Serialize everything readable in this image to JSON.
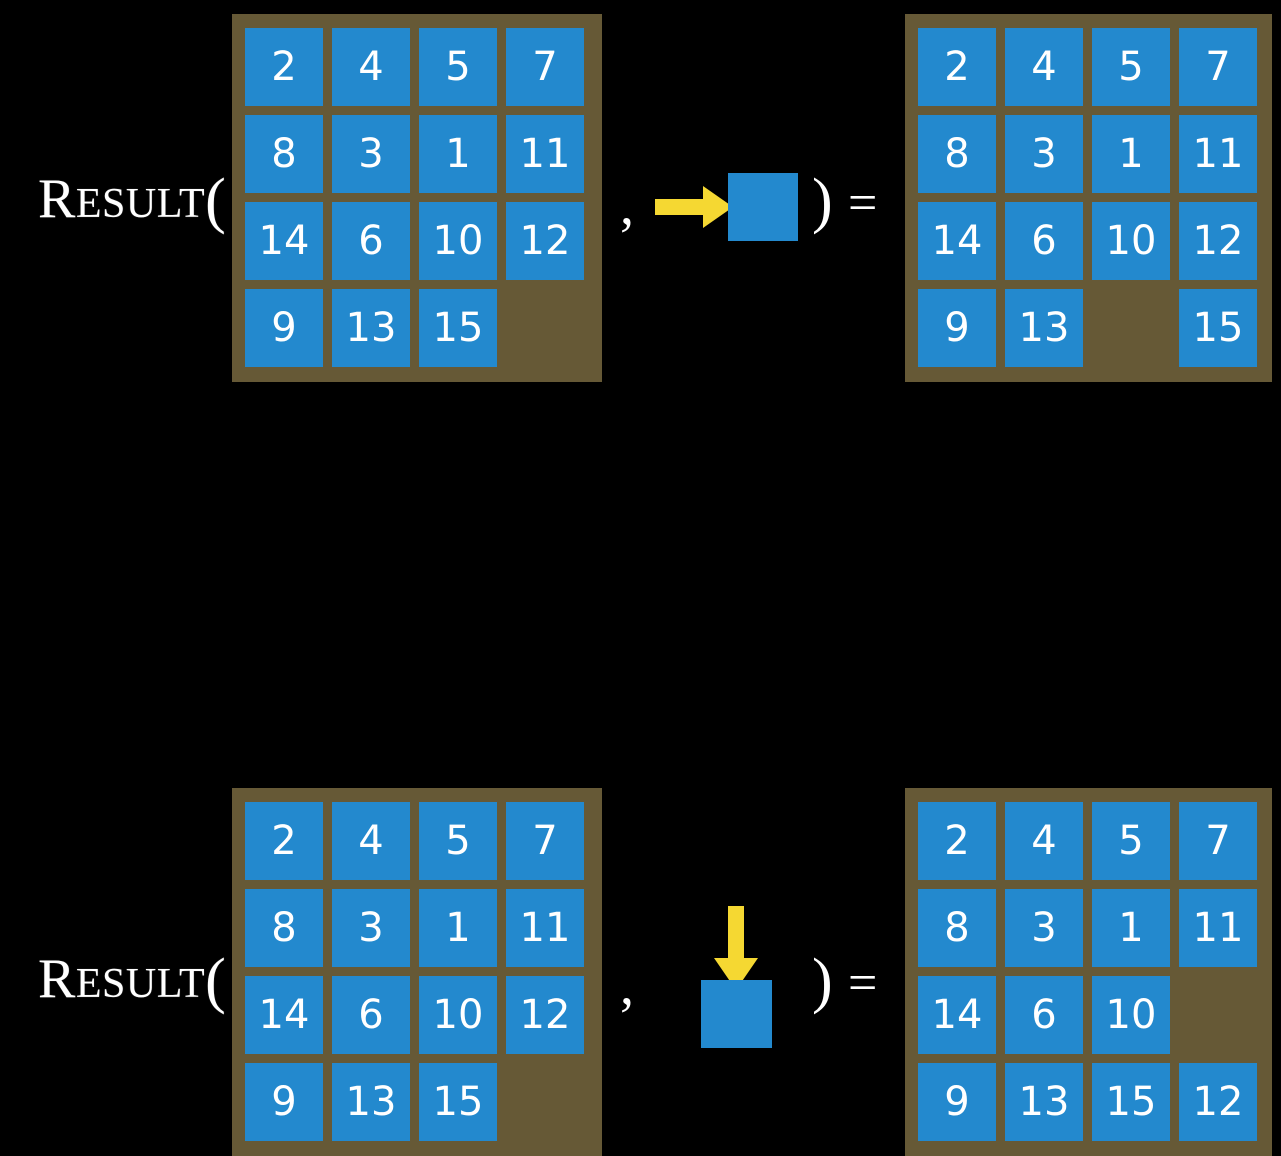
{
  "slide": {
    "background_color": "#000000",
    "board_color": "#665936",
    "tile_color": "#2389ce",
    "tile_text_color": "#ffffff",
    "arrow_color": "#f5d832",
    "text_color": "#ffffff"
  },
  "glyphs": {
    "comma": ",",
    "right_paren": ")",
    "equals": "="
  },
  "label": {
    "first_letter": "R",
    "rest": "ESULT",
    "open_paren": "("
  },
  "rows": [
    {
      "id": "row-right-move",
      "label": {
        "first_letter": "R",
        "rest": "ESULT",
        "open_paren": "("
      },
      "action": {
        "name": "move-right",
        "arrow_direction": "right",
        "arrow_icon": "arrow-right-icon",
        "square_color": "#2389ce"
      },
      "input_board": {
        "name": "input-board-top",
        "tiles": [
          [
            "2",
            "4",
            "5",
            "7"
          ],
          [
            "8",
            "3",
            "1",
            "11"
          ],
          [
            "14",
            "6",
            "10",
            "12"
          ],
          [
            "9",
            "13",
            "15",
            ""
          ]
        ]
      },
      "output_board": {
        "name": "output-board-top",
        "tiles": [
          [
            "2",
            "4",
            "5",
            "7"
          ],
          [
            "8",
            "3",
            "1",
            "11"
          ],
          [
            "14",
            "6",
            "10",
            "12"
          ],
          [
            "9",
            "13",
            "",
            "15"
          ]
        ]
      }
    },
    {
      "id": "row-down-move",
      "label": {
        "first_letter": "R",
        "rest": "ESULT",
        "open_paren": "("
      },
      "action": {
        "name": "move-down",
        "arrow_direction": "down",
        "arrow_icon": "arrow-down-icon",
        "square_color": "#2389ce"
      },
      "input_board": {
        "name": "input-board-bottom",
        "tiles": [
          [
            "2",
            "4",
            "5",
            "7"
          ],
          [
            "8",
            "3",
            "1",
            "11"
          ],
          [
            "14",
            "6",
            "10",
            "12"
          ],
          [
            "9",
            "13",
            "15",
            ""
          ]
        ]
      },
      "output_board": {
        "name": "output-board-bottom",
        "tiles": [
          [
            "2",
            "4",
            "5",
            "7"
          ],
          [
            "8",
            "3",
            "1",
            "11"
          ],
          [
            "14",
            "6",
            "10",
            ""
          ],
          [
            "9",
            "13",
            "15",
            "12"
          ]
        ]
      }
    }
  ]
}
